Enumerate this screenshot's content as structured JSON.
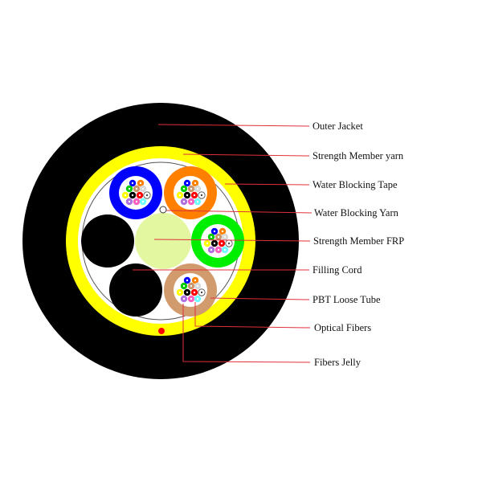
{
  "labels": [
    {
      "text": "Outer Jacket"
    },
    {
      "text": "Strength Member yarn"
    },
    {
      "text": "Water Blocking Tape"
    },
    {
      "text": "Water Blocking Yarn"
    },
    {
      "text": "Strength Member FRP"
    },
    {
      "text": "Filling Cord"
    },
    {
      "text": "PBT Loose Tube"
    },
    {
      "text": "Optical Fibers"
    },
    {
      "text": "Fibers Jelly"
    }
  ],
  "colors": {
    "jacket": "#000000",
    "strength_yarn": "#ffff00",
    "frp": "#e2f7a0",
    "leader": "#e0303a",
    "tubes": [
      "#0000ff",
      "#ff7f00",
      "#00ee00",
      "#d29b6e"
    ],
    "fibers": [
      "#0000ff",
      "#ff8000",
      "#00cc00",
      "#c8956c",
      "#d8d8d8",
      "#ffff00",
      "#000000",
      "#ff0000",
      "#ffffff",
      "#b070e0",
      "#ff60c0",
      "#70ffff"
    ]
  }
}
